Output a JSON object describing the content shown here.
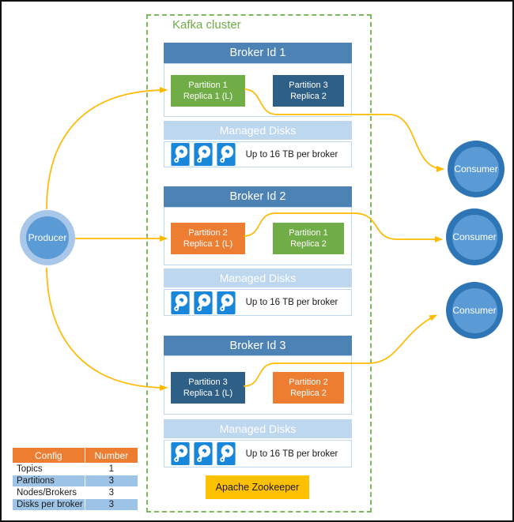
{
  "diagram": {
    "cluster_label": "Kafka cluster",
    "producer": {
      "label": "Producer"
    },
    "consumers": [
      {
        "label": "Consumer"
      },
      {
        "label": "Consumer"
      },
      {
        "label": "Consumer"
      }
    ],
    "zookeeper_label": "Apache Zookeeper",
    "brokers": [
      {
        "title": "Broker Id 1",
        "partitions": [
          {
            "line1": "Partition 1",
            "line2": "Replica 1 (L)",
            "color": "#70AD47"
          },
          {
            "line1": "Partition 3",
            "line2": "Replica 2",
            "color": "#2E5F87"
          }
        ],
        "managed_disks_label": "Managed Disks",
        "capacity_label": "Up to 16 TB per broker"
      },
      {
        "title": "Broker Id 2",
        "partitions": [
          {
            "line1": "Partition 2",
            "line2": "Replica 1 (L)",
            "color": "#ED7D31"
          },
          {
            "line1": "Partition 1",
            "line2": "Replica 2",
            "color": "#70AD47"
          }
        ],
        "managed_disks_label": "Managed Disks",
        "capacity_label": "Up to 16 TB per broker"
      },
      {
        "title": "Broker Id 3",
        "partitions": [
          {
            "line1": "Partition 3",
            "line2": "Replica 1 (L)",
            "color": "#2E5F87"
          },
          {
            "line1": "Partition 2",
            "line2": "Replica 2",
            "color": "#ED7D31"
          }
        ],
        "managed_disks_label": "Managed Disks",
        "capacity_label": "Up to 16 TB per broker"
      }
    ]
  },
  "config_table": {
    "headers": [
      "Config",
      "Number"
    ],
    "rows": [
      {
        "label": "Topics",
        "value": "1"
      },
      {
        "label": "Partitions",
        "value": "3"
      },
      {
        "label": "Nodes/Brokers",
        "value": "3"
      },
      {
        "label": "Disks per broker",
        "value": "3"
      }
    ]
  },
  "icons": {
    "disk_icon": "managed-disk-icon"
  },
  "colors": {
    "cluster_border_green": "#70AD47",
    "broker_header_blue": "#4D82B4",
    "partition_green": "#70AD47",
    "partition_dark_blue": "#2E5F87",
    "partition_orange": "#ED7D31",
    "managed_disks_blue": "#BDD7EE",
    "disk_icon_blue": "#1886D9",
    "zookeeper_yellow": "#FFC000",
    "arrow_amber": "#FFB900",
    "producer_outer": "#A9C7E8",
    "producer_inner": "#5B9BD5",
    "consumer_outer": "#2E75B6",
    "consumer_inner": "#5B9BD5",
    "table_header_orange": "#ED7D31",
    "table_band_blue": "#9DC3E6"
  }
}
